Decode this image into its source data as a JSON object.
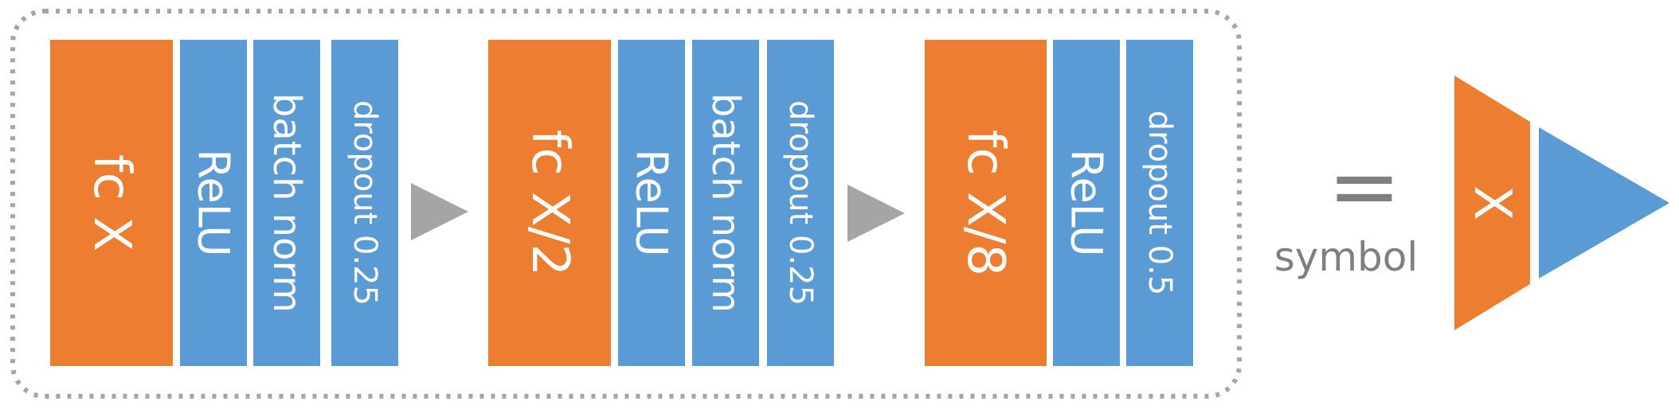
{
  "colors": {
    "fc": "#ED7D31",
    "layer": "#5B9BD5",
    "arrow": "#A5A5A5",
    "border": "#A5A5A5",
    "text": "#FFFFFF",
    "symbol_text": "#7F7F7F"
  },
  "blocks": [
    {
      "layers": [
        {
          "kind": "fc",
          "label": "fc X"
        },
        {
          "kind": "layer",
          "label": "ReLU"
        },
        {
          "kind": "layer",
          "label": "batch norm"
        },
        {
          "kind": "layer",
          "label": "dropout 0.25"
        }
      ]
    },
    {
      "layers": [
        {
          "kind": "fc",
          "label": "fc X/2"
        },
        {
          "kind": "layer",
          "label": "ReLU"
        },
        {
          "kind": "layer",
          "label": "batch norm"
        },
        {
          "kind": "layer",
          "label": "dropout 0.25"
        }
      ]
    },
    {
      "layers": [
        {
          "kind": "fc",
          "label": "fc X/8"
        },
        {
          "kind": "layer",
          "label": "ReLU"
        },
        {
          "kind": "layer",
          "label": "dropout 0.5"
        }
      ]
    }
  ],
  "equals": "=",
  "symbol_label": "symbol",
  "symbol_glyph_label": "X"
}
